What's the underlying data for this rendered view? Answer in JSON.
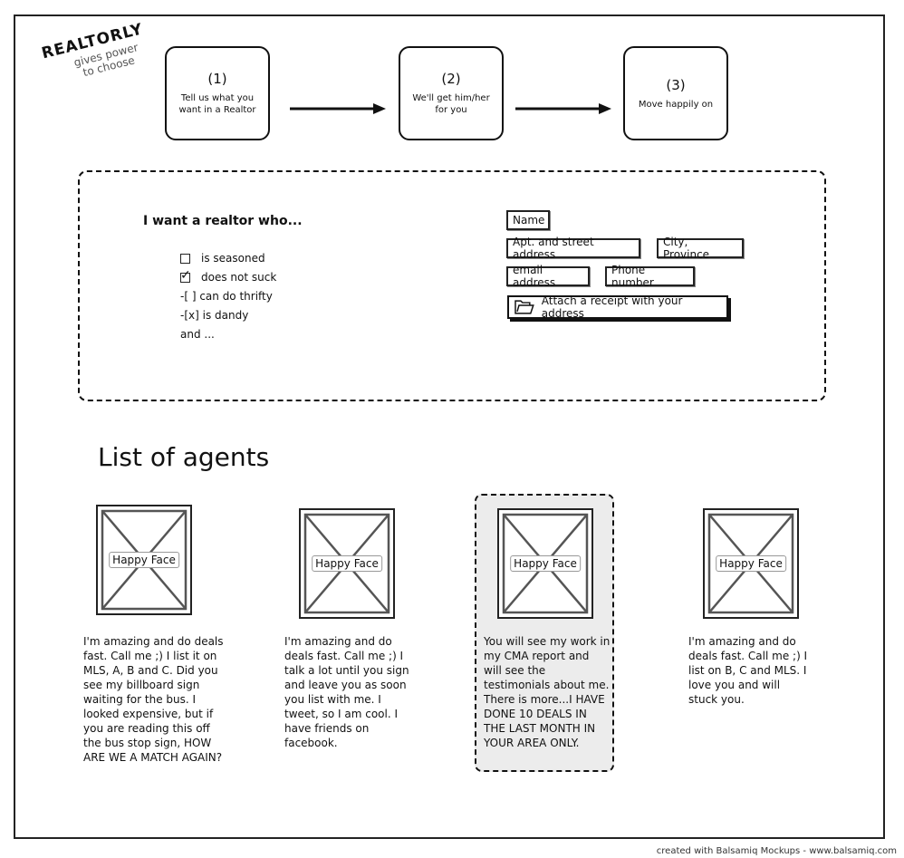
{
  "brand": {
    "name": "REALTORLY",
    "tagline_1": "gives power",
    "tagline_2": "to choose"
  },
  "steps": [
    {
      "number": "(1)",
      "text": "Tell us what you want in a Realtor"
    },
    {
      "number": "(2)",
      "text": "We'll get him/her for you"
    },
    {
      "number": "(3)",
      "text": "Move happily on"
    }
  ],
  "form": {
    "heading": "I want a realtor who...",
    "options": [
      {
        "label": "is seasoned",
        "checked": false
      },
      {
        "label": "does not suck",
        "checked": true
      }
    ],
    "extra_lines": [
      "-[ ] can do thrifty",
      "-[x] is dandy",
      "and ..."
    ],
    "fields": {
      "name": "Name",
      "street": "Apt. and street address",
      "city": "City, Province",
      "email": "email address",
      "phone": "Phone number"
    },
    "attach_label": "Attach a receipt with your address"
  },
  "agents_section": {
    "title": "List of agents",
    "agents": [
      {
        "image_label": "Happy Face",
        "description": "I'm amazing and do deals fast. Call me ;) I list it on MLS, A, B and C. Did you see my billboard sign waiting for the bus. I looked expensive, but if you are reading this off the bus stop sign, HOW ARE WE A MATCH AGAIN?"
      },
      {
        "image_label": "Happy Face",
        "description": "I'm amazing and do deals fast. Call me ;) I talk a lot until you sign and leave you as soon you list with me. I tweet, so I am cool. I have friends on facebook."
      },
      {
        "image_label": "Happy Face",
        "description": "You will see my work in my CMA report and will see the testimonials about me. There is more...I HAVE DONE 10 DEALS IN THE LAST MONTH IN YOUR AREA ONLY."
      },
      {
        "image_label": "Happy Face",
        "description": "I'm amazing and do deals fast. Call me ;) I list on B, C and MLS. I love you and will stuck you."
      }
    ]
  },
  "credit": "created with Balsamiq Mockups - www.balsamiq.com"
}
